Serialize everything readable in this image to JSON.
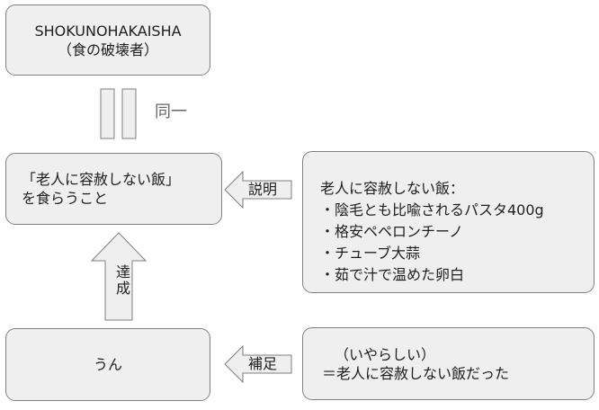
{
  "top_box": {
    "line1": "SHOKUNOHAKAISHA",
    "line2": "（食の破壊者）"
  },
  "identity": {
    "label": "同一"
  },
  "goal_box": {
    "line1": "「老人に容赦しない飯」",
    "line2": "を食らうこと"
  },
  "explain_arrow": {
    "label": "説明"
  },
  "explain_box": {
    "title": "老人に容赦しない飯：",
    "items": [
      "・陰毛とも比喩されるパスタ400g",
      "・格安ペペロンチーノ",
      "・チューブ大蒜",
      "・茹で汁で温めた卵白"
    ]
  },
  "achieve_arrow": {
    "label": "達成"
  },
  "result_box": {
    "text": "うん"
  },
  "supplement_arrow": {
    "label": "補足"
  },
  "supplement_box": {
    "line1": "（いやらしい）",
    "line2": "＝老人に容赦しない飯だった"
  },
  "colors": {
    "box_fill": "#efefef",
    "box_border": "#7f7f7f",
    "text": "#202020",
    "identity_text": "#666666"
  }
}
